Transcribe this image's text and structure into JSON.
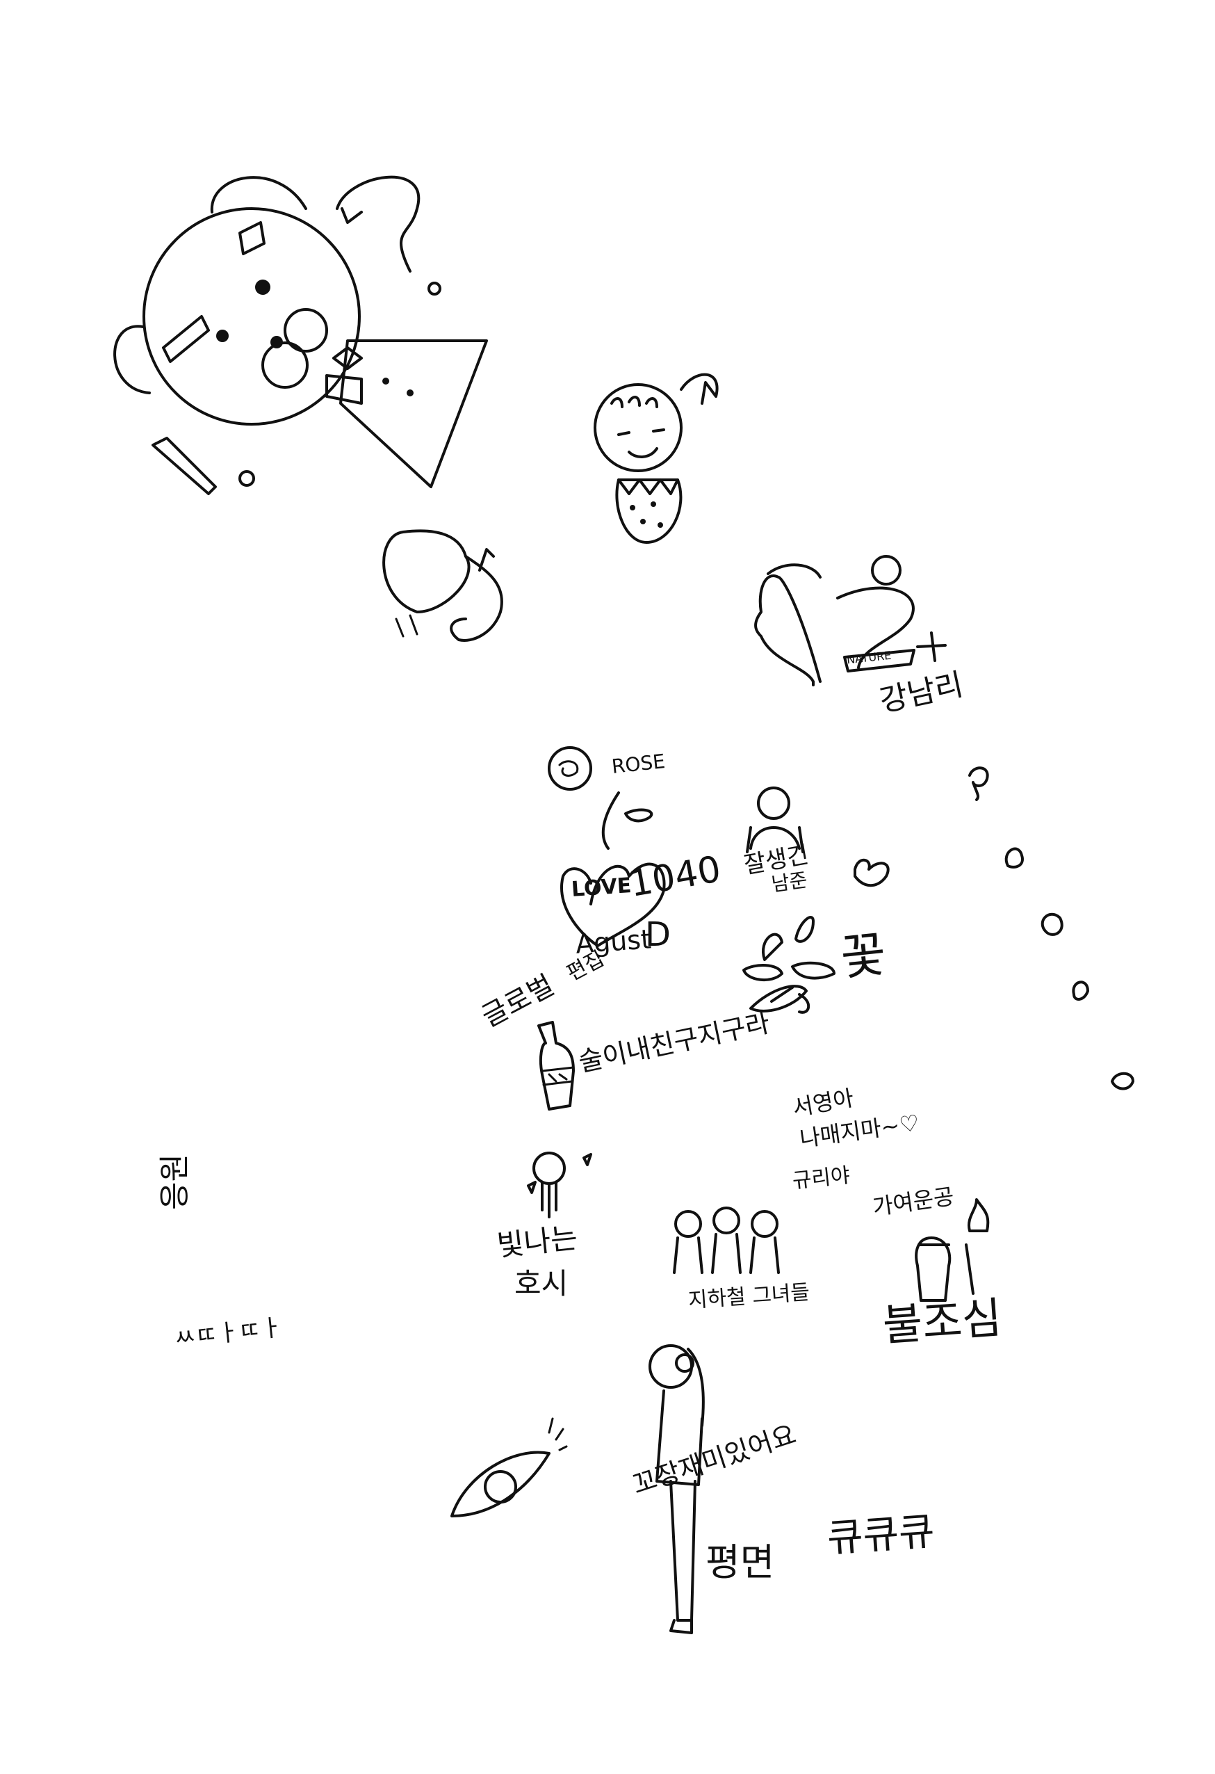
{
  "canvas": {
    "background": "#ffffff",
    "ink": "#111111"
  },
  "texts": {
    "nature": "NATURE",
    "gangnamri": "강남리",
    "rose": "ROSE",
    "number": "1040",
    "jalsaenggin": "잘생긴",
    "namjun": "남준",
    "love": "LOVE",
    "agust": "Agust",
    "d": "D",
    "geulroBeol": "글로벌",
    "pyeonjeon": "편집",
    "kkot": "꽃",
    "sul": "술이내친구지구라",
    "seoyoung": "서영아",
    "naemjima": "나매지마~♡",
    "kyuriya": "규리야",
    "gayeoun": "가여운공",
    "bitnaneun": "빛나는",
    "hosi": "호시",
    "jihacheol": "지하철 그녀들",
    "eungwon": "응원",
    "ttatta": "ㅆㄸㅏㄸㅏ",
    "kkajjang": "꼬장재미있어요",
    "buljosim": "불조심",
    "pyeongmyeon": "평면",
    "kyukyukyu": "큐큐큐"
  },
  "icons": [
    "bear-icon",
    "question-mark-icon",
    "exclamation-mark-icon",
    "strawberry-girl-icon",
    "heart-with-ribbon-icon",
    "profile-head-icon",
    "rose-icon",
    "heart-icon",
    "person-icon",
    "leaf-flower-icon",
    "bottle-icon",
    "petal-icon",
    "eye-icon",
    "standing-girl-icon",
    "trio-girls-icon",
    "fire-icon"
  ]
}
